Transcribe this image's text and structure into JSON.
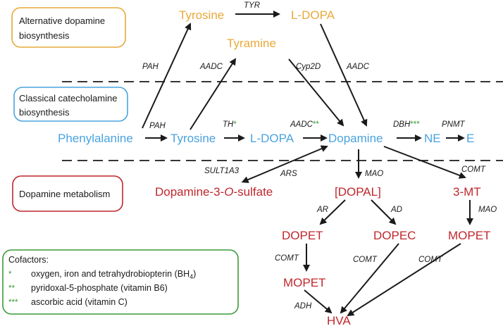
{
  "sections": {
    "alternative": "Alternative dopamine biosynthesis",
    "alternative_line1": "Alternative dopamine",
    "alternative_line2": "biosynthesis",
    "classical_line1": "Classical catecholamine",
    "classical_line2": "biosynthesis",
    "metabolism": "Dopamine metabolism"
  },
  "nodes": {
    "tyrosine_alt": "Tyrosine",
    "ldopa_alt": "L-DOPA",
    "tyramine": "Tyramine",
    "phenylalanine": "Phenylalanine",
    "tyrosine": "Tyrosine",
    "ldopa": "L-DOPA",
    "dopamine": "Dopamine",
    "ne": "NE",
    "e": "E",
    "dopamine_sulfate_pre": "Dopamine-3-",
    "dopamine_sulfate_o": "O",
    "dopamine_sulfate_post": "-sulfate",
    "dopal": "[DOPAL]",
    "mt3": "3-MT",
    "dopet": "DOPET",
    "dopec": "DOPEC",
    "mopet_right": "MOPET",
    "mopet_left": "MOPET",
    "hva": "HVA"
  },
  "enzymes": {
    "tyr": "TYR",
    "pah_alt": "PAH",
    "aadc_alt1": "AADC",
    "cyp2d": "Cyp2D",
    "aadc_alt2": "AADC",
    "pah": "PAH",
    "th": "TH",
    "th_star": "*",
    "aadc": "AADC",
    "aadc_star": "**",
    "dbh": "DBH",
    "dbh_star": "***",
    "pnmt": "PNMT",
    "sult1a3": "SULT1A3",
    "ars": "ARS",
    "mao1": "MAO",
    "comt1": "COMT",
    "ar": "AR",
    "ad": "AD",
    "mao2": "MAO",
    "comt2": "COMT",
    "comt3": "COMT",
    "comt4": "COMT",
    "adh": "ADH"
  },
  "cofactors": {
    "title": "Cofactors:",
    "items": [
      {
        "stars": "*",
        "text": "oxygen, iron and tetrahydrobiopterin (BH",
        "sub": "4",
        "tail": ")"
      },
      {
        "stars": "**",
        "text": "pyridoxal-5-phosphate (vitamin B6)",
        "sub": "",
        "tail": ""
      },
      {
        "stars": "***",
        "text": "ascorbic acid (vitamin C)",
        "sub": "",
        "tail": ""
      }
    ]
  },
  "colors": {
    "alternative": "#e8a93a",
    "classical": "#4aa3df",
    "metabolism": "#c0272d",
    "cofactor": "#3a9a3a"
  }
}
